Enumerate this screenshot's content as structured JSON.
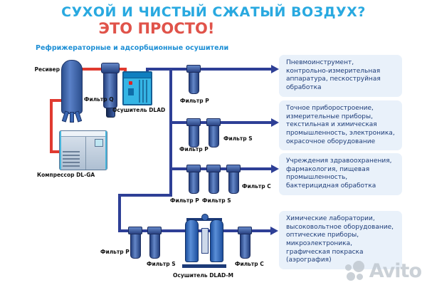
{
  "header": {
    "title": "СУХОЙ И ЧИСТЫЙ СЖАТЫЙ ВОЗДУХ?",
    "subtitle": "ЭТО ПРОСТО!",
    "section_label": "Рефрижераторные и адсорбционные осушители"
  },
  "equipment": {
    "receiver_label": "Ресивер",
    "filter_q_label": "Фильтр Q",
    "dryer_dlad_label": "Осушитель DLAD",
    "compressor_label": "Компрессор DL-GA",
    "dryer_dlad_m_label": "Осушитель DLAD-M"
  },
  "branches": [
    {
      "filters": [
        "Фильтр P"
      ],
      "application": "Пневмоинструмент, контрольно-измерительная аппаратура, пескоструйная обработка"
    },
    {
      "filters": [
        "Фильтр P",
        "Фильтр S"
      ],
      "application": "Точное приборостроение, измерительные приборы, текстильная и химическая промышленность, электроника, окрасочное оборудование"
    },
    {
      "filters": [
        "Фильтр P",
        "Фильтр S",
        "Фильтр C"
      ],
      "application": "Учреждения здравоохранения, фармакология, пищевая промышленность, бактерицидная обработка"
    },
    {
      "filters": [
        "Фильтр P",
        "Фильтр S",
        "Фильтр C"
      ],
      "application": "Химические лаборатории, высоковольтное оборудование, оптические приборы, микроэлектроника, графическая покраска (аэрография)"
    }
  ],
  "watermark": {
    "text": "Avito"
  },
  "colors": {
    "title_blue": "#29a9e0",
    "title_red": "#e0534a",
    "section_blue": "#1e8fd5",
    "pipe_blue": "#2e3f96",
    "pipe_red": "#e03a30",
    "block_bg": "#e9f1fa",
    "block_text": "#1d3c78",
    "equipment_blue": "#3a67b3",
    "dryer_cyan": "#35b5e5"
  }
}
